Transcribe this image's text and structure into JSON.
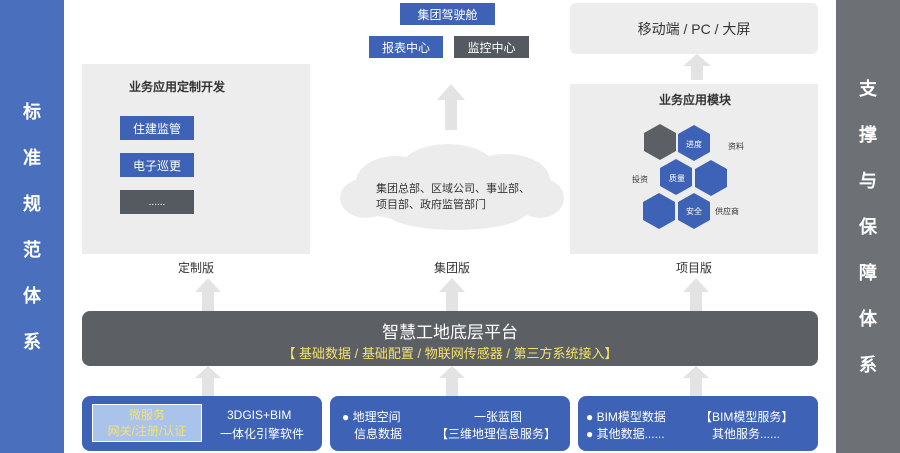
{
  "left_bar": {
    "chars": [
      "标",
      "准",
      "规",
      "范",
      "体",
      "系"
    ],
    "color": "#4a6fbd"
  },
  "right_bar": {
    "chars": [
      "支",
      "撑",
      "与",
      "保",
      "障",
      "体",
      "系"
    ],
    "color": "#6d7075"
  },
  "top_center": {
    "cockpit": "集团驾驶舱",
    "report": "报表中心",
    "monitor": "监控中心"
  },
  "top_right": {
    "devices": "移动端 / PC / 大屏"
  },
  "custom_panel": {
    "title": "业务应用定制开发",
    "items": [
      "住建监管",
      "电子巡更",
      "......"
    ],
    "caption": "定制版"
  },
  "group_panel": {
    "cloud_line1": "集团总部、区域公司、事业部、",
    "cloud_line2": "项目部、政府监管部门",
    "caption": "集团版"
  },
  "project_panel": {
    "title": "业务应用模块",
    "hex_labels": {
      "progress": "进度",
      "quality": "质量",
      "safety": "安全"
    },
    "outer_labels": {
      "materials": "资料",
      "investment": "投资",
      "supplier": "供应商"
    },
    "caption": "项目版"
  },
  "platform": {
    "title": "智慧工地底层平台",
    "subtitle": "【 基础数据 / 基础配置 / 物联网传感器 / 第三方系统接入】"
  },
  "bottom": {
    "box1": {
      "badge_line1": "微服务",
      "badge_line2": "网关/注册/认证",
      "line1": "3DGIS+BIM",
      "line2": "一体化引擎软件"
    },
    "box2": {
      "left1": "● 地理空间",
      "left2": "信息数据",
      "right1": "一张蓝图",
      "right2": "【三维地理信息服务】"
    },
    "box3": {
      "left1": "● BIM模型数据",
      "left2": "● 其他数据......",
      "right1": "【BIM模型服务】",
      "right2": "其他服务......"
    }
  },
  "colors": {
    "blue": "#3e62b5",
    "dark_gray": "#555a60",
    "panel": "#ededed",
    "platform": "#5c5f64",
    "highlight": "#f5e26b"
  }
}
